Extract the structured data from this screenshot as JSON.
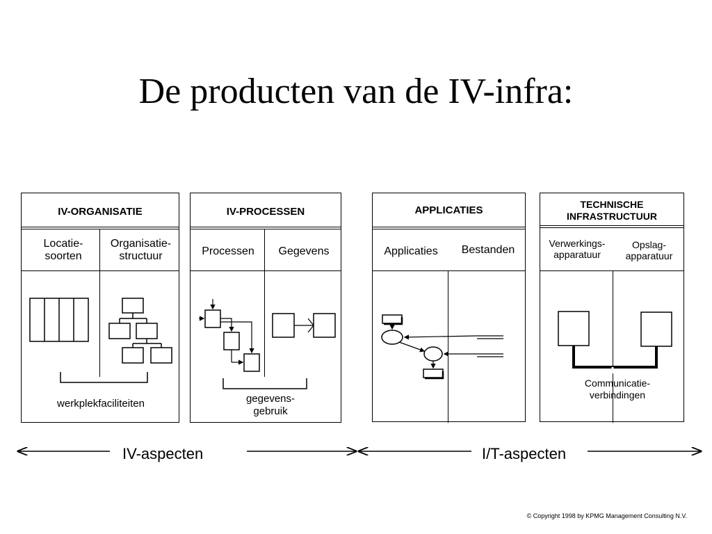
{
  "title": "De producten van de IV-infra:",
  "boxes": {
    "organisatie": {
      "header": "IV-ORGANISATIE",
      "left_col": "Locatie-\nsoorten",
      "right_col": "Organisatie-\nstructuur",
      "caption": "werkplekfaciliteiten"
    },
    "processen": {
      "header": "IV-PROCESSEN",
      "left_col": "Processen",
      "right_col": "Gegevens",
      "caption": "gegevens-\ngebruik"
    },
    "applicaties": {
      "header": "APPLICATIES",
      "left_col": "Applicaties",
      "right_col": "Bestanden"
    },
    "technische": {
      "header": "TECHNISCHE\nINFRASTRUCTUUR",
      "left_col": "Verwerkings-\napparatuur",
      "right_col": "Opslag-\napparatuur",
      "caption": "Communicatie-\nverbindingen"
    }
  },
  "arrows": {
    "iv": "IV-aspecten",
    "it": "I/T-aspecten"
  },
  "copyright": "© Copyright 1998 by KPMG Management Consulting N.V."
}
